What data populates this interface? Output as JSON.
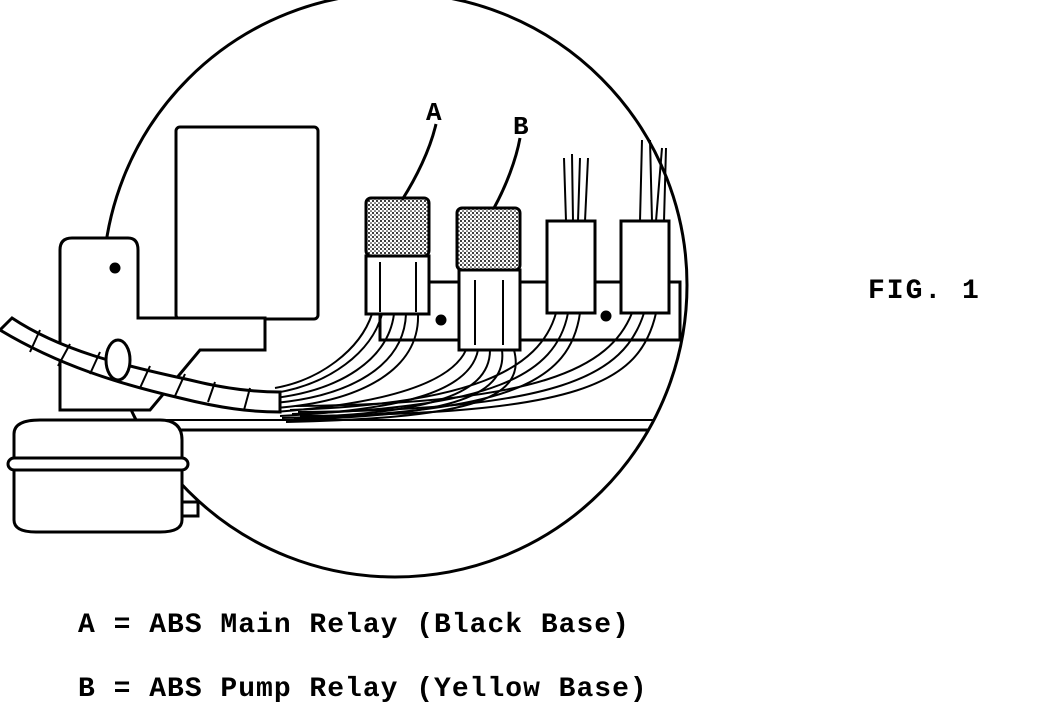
{
  "figure": {
    "label": "FIG. 1",
    "callouts": {
      "a": "A",
      "b": "B"
    }
  },
  "legend": [
    {
      "text": "A = ABS Main Relay (Black Base)"
    },
    {
      "text": "B = ABS Pump Relay (Yellow Base)"
    }
  ],
  "colors": {
    "ink": "#000000",
    "paper": "#ffffff",
    "shade": "#b8b8b8"
  }
}
